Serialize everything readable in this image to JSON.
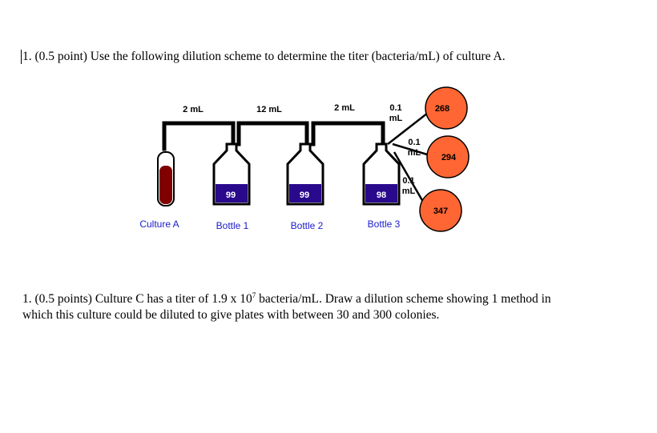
{
  "question1": {
    "text": "1. (0.5 point) Use the following dilution scheme to determine the titer (bacteria/mL) of culture A."
  },
  "diagram": {
    "transfer_labels": [
      "2 mL",
      "12 mL",
      "2 mL"
    ],
    "plate_volume_labels": [
      {
        "line1": "0.1",
        "line2": "mL"
      },
      {
        "line1": "0.1",
        "line2": "mL"
      },
      {
        "line1": "0.1",
        "line2": "mL"
      }
    ],
    "culture_label": "Culture  A",
    "bottles": [
      {
        "label": "Bottle  1",
        "volume": "99"
      },
      {
        "label": "Bottle  2",
        "volume": "99"
      },
      {
        "label": "Bottle  3",
        "volume": "98"
      }
    ],
    "plates": [
      {
        "count": "268"
      },
      {
        "count": "294"
      },
      {
        "count": "347"
      }
    ],
    "colors": {
      "plate_fill": "#ff6633",
      "culture_fill": "#800000",
      "bottle_fill": "#2a0a8c",
      "label_color": "#1a1acc"
    }
  },
  "question2": {
    "prefix": "1. (0.5 points) Culture C has a titer of 1.9 x 10",
    "exponent": "7",
    "suffix": " bacteria/mL. Draw a dilution scheme showing 1 method in which this culture could be diluted to give plates with between 30 and 300 colonies."
  }
}
